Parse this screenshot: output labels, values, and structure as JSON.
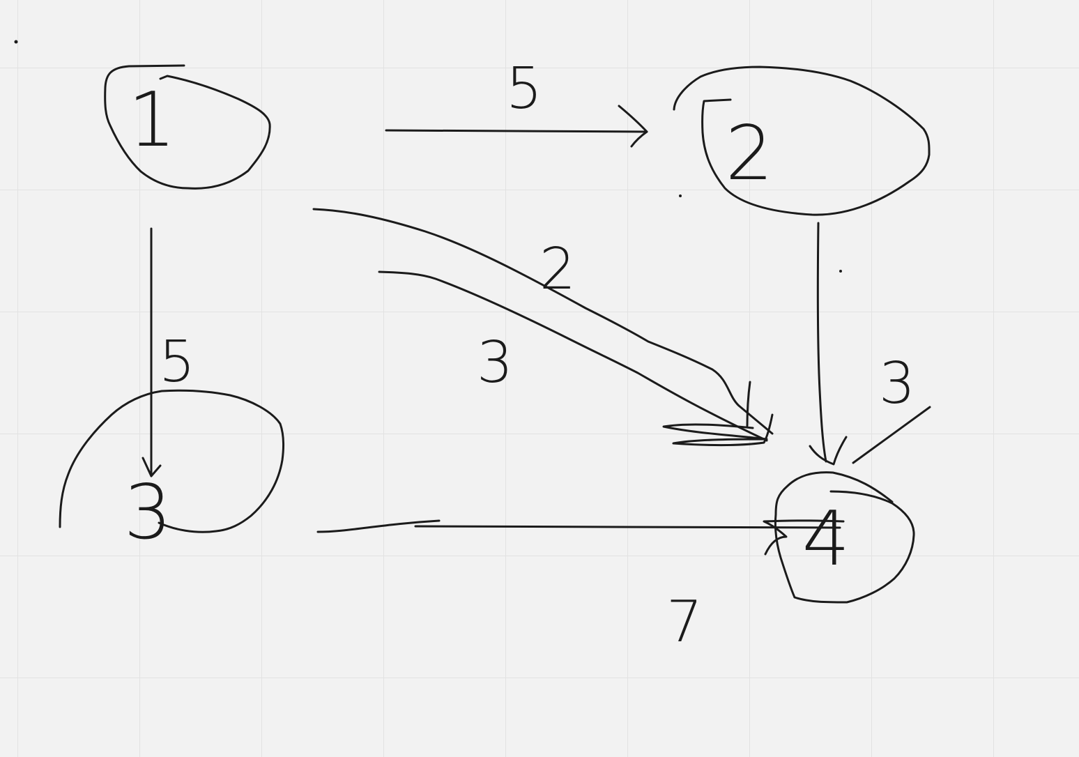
{
  "nodes": [
    {
      "id": "n1",
      "label": "1"
    },
    {
      "id": "n2",
      "label": "2"
    },
    {
      "id": "n3",
      "label": "3"
    },
    {
      "id": "n4",
      "label": "4"
    }
  ],
  "edges": [
    {
      "from": "1",
      "to": "2",
      "weight": "5"
    },
    {
      "from": "1",
      "to": "3",
      "weight": "5"
    },
    {
      "from": "1",
      "to": "4",
      "weight": "2"
    },
    {
      "from": "1",
      "to": "4",
      "weight": "3"
    },
    {
      "from": "2",
      "to": "4",
      "weight": "3"
    },
    {
      "from": "3",
      "to": "4",
      "weight": "7"
    }
  ]
}
